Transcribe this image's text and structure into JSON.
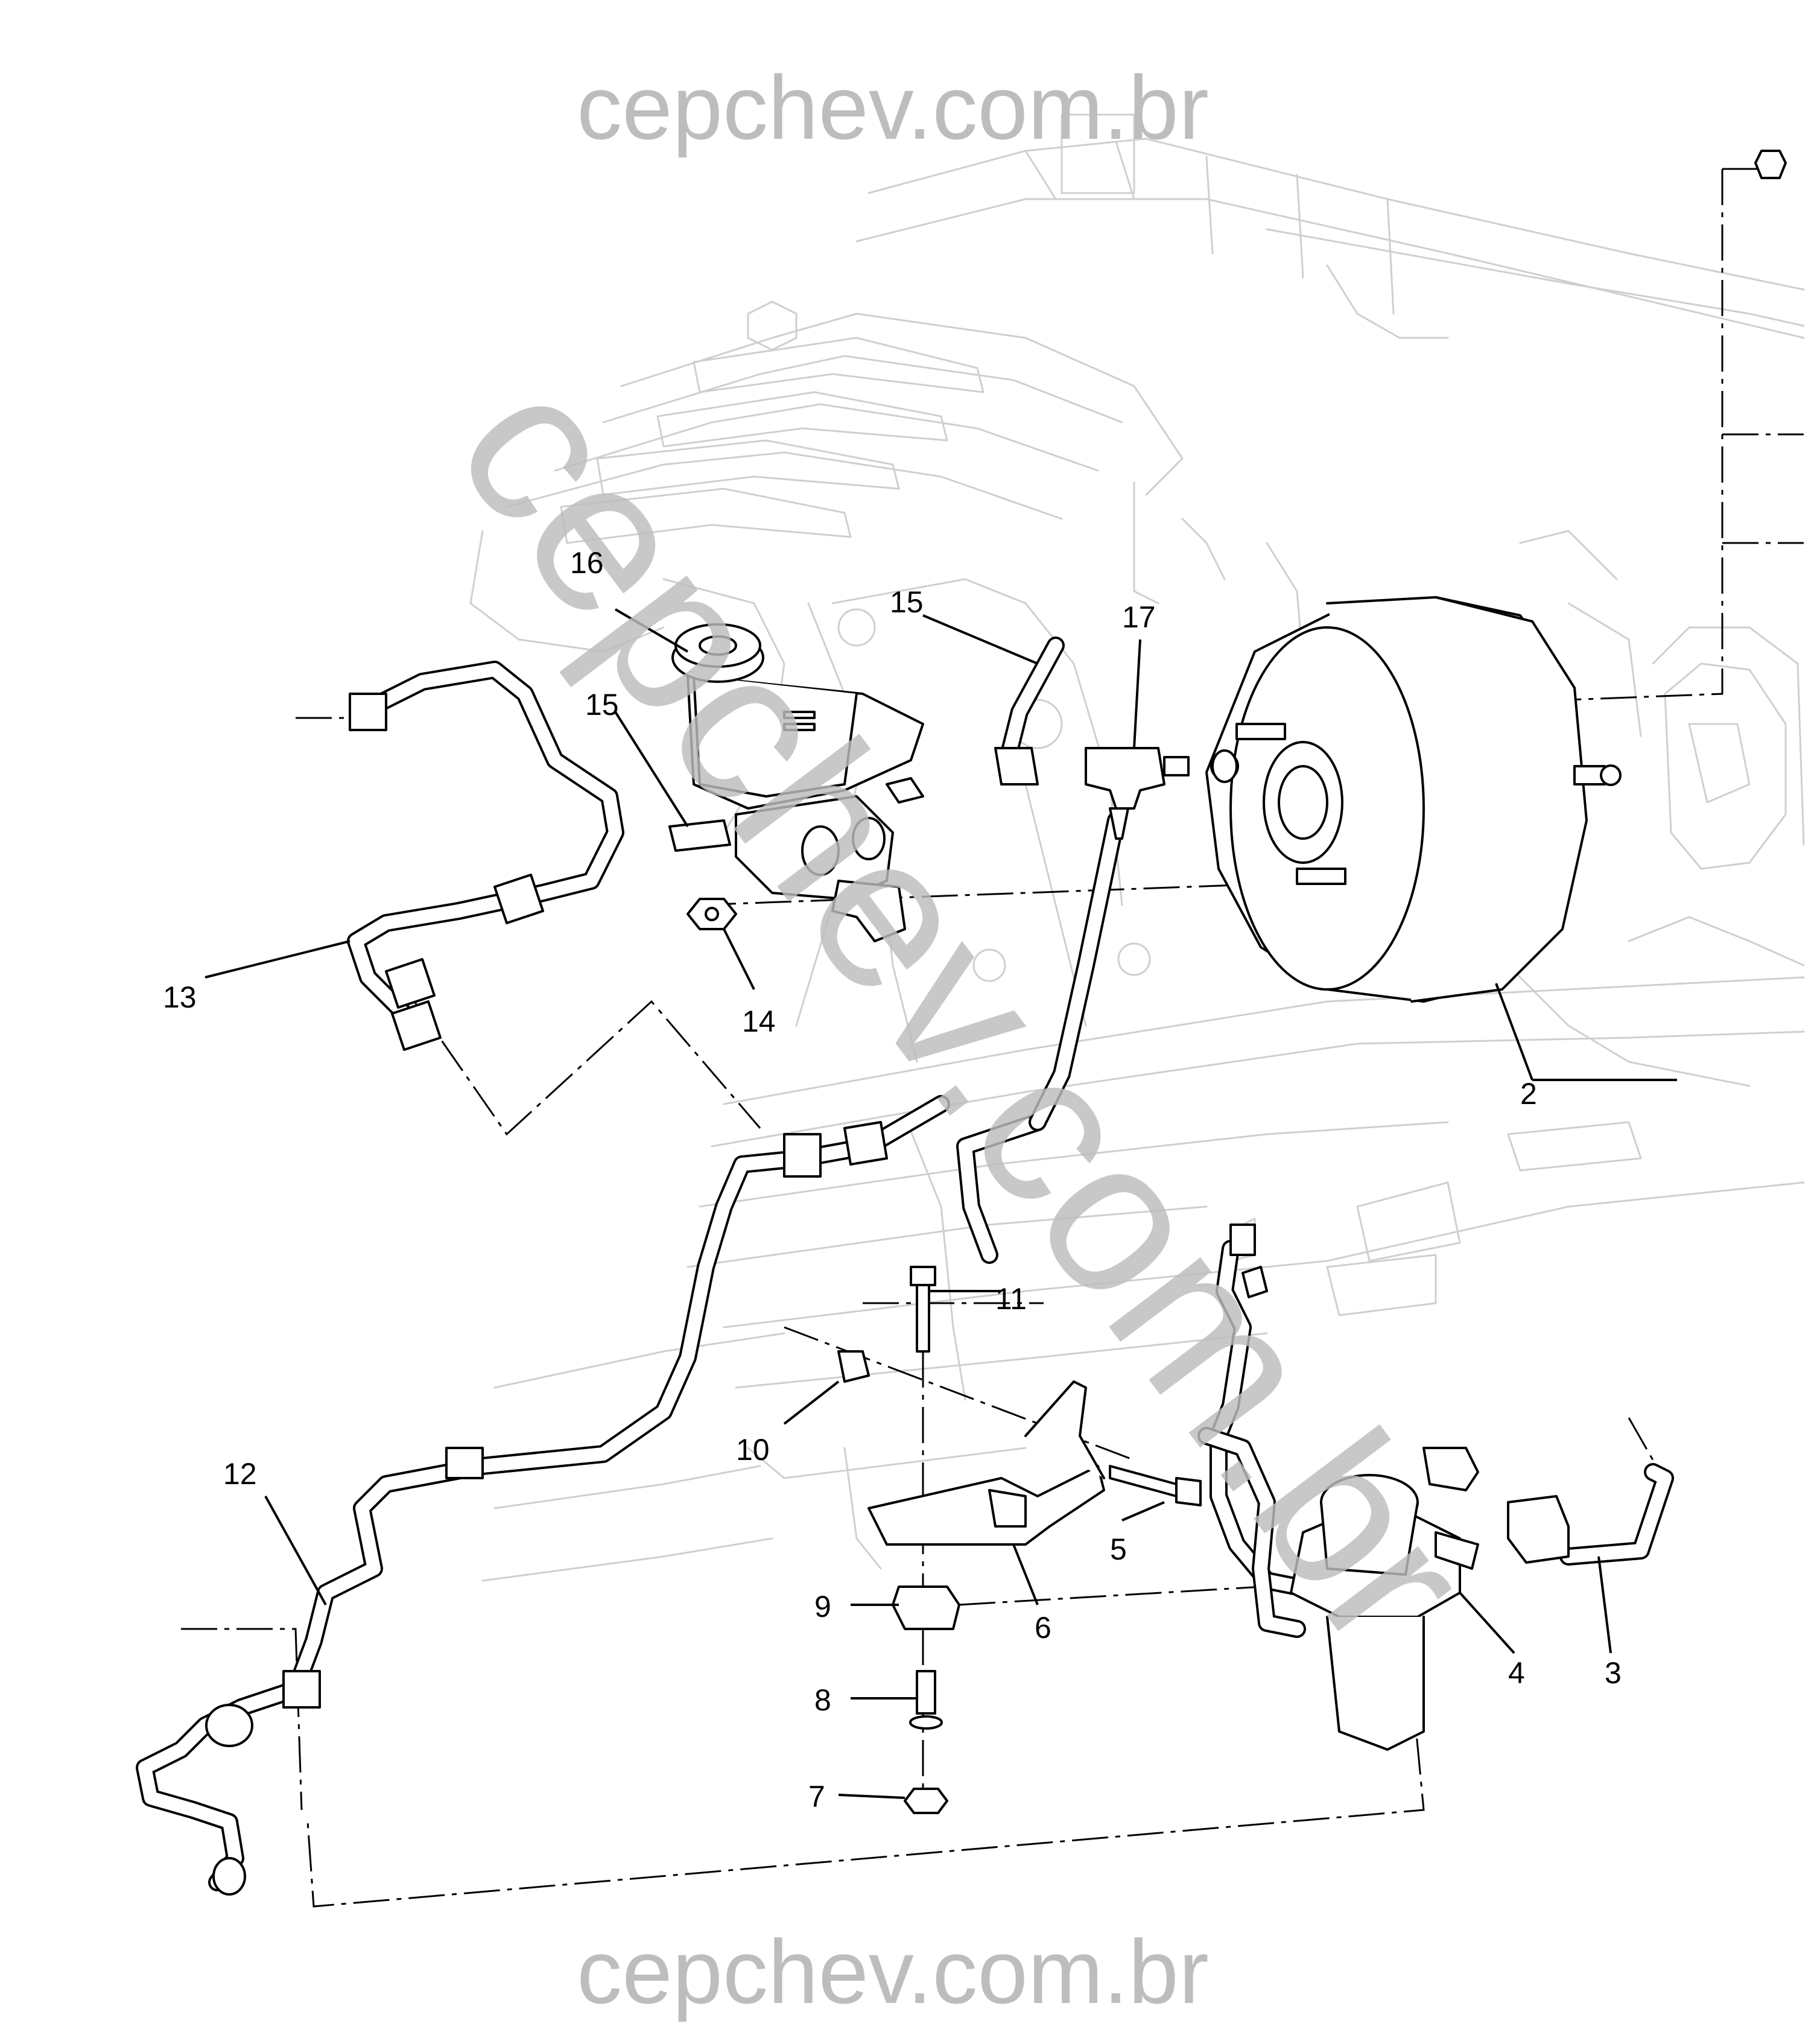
{
  "watermark": {
    "top": "cepchev.com.br",
    "bottom": "cepchev.com.br",
    "diagonal": "cepchev.com.br"
  },
  "callouts": [
    {
      "id": "2",
      "label": "2"
    },
    {
      "id": "3",
      "label": "3"
    },
    {
      "id": "4",
      "label": "4"
    },
    {
      "id": "5",
      "label": "5"
    },
    {
      "id": "6",
      "label": "6"
    },
    {
      "id": "7",
      "label": "7"
    },
    {
      "id": "8",
      "label": "8"
    },
    {
      "id": "9",
      "label": "9"
    },
    {
      "id": "10",
      "label": "10"
    },
    {
      "id": "11",
      "label": "11"
    },
    {
      "id": "12",
      "label": "12"
    },
    {
      "id": "13",
      "label": "13"
    },
    {
      "id": "14",
      "label": "14"
    },
    {
      "id": "15a",
      "label": "15"
    },
    {
      "id": "15b",
      "label": "15"
    },
    {
      "id": "16",
      "label": "16"
    },
    {
      "id": "17",
      "label": "17"
    }
  ]
}
